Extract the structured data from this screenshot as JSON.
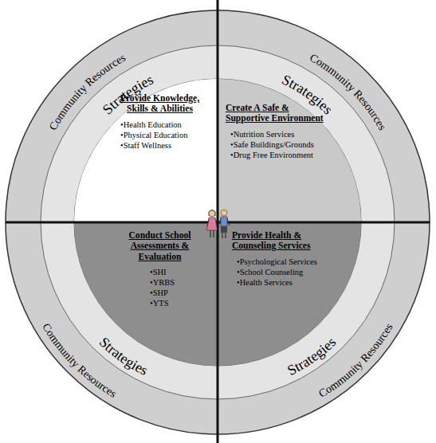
{
  "diagram": {
    "nodes": [
      {
        "text": [
          "Provide Knowledge, Skills & Abilities",
          "•Health Education",
          "•Physical Education",
          "•Staff Wellness"
        ]
      },
      {
        "text": [
          "Create A Safe & Supportive Environment",
          "•Nutrition Services",
          "•Safe Buildings/Grounds",
          "•Drug Free Environment"
        ]
      },
      {
        "text": [
          "Conduct School Assessments & Evaluation",
          "•SHI",
          "•YRBS",
          "•SHP",
          "•YTS"
        ]
      },
      {
        "text": [
          "Provide Health & Counseling Services",
          "•Psychological Services",
          "•School Counseling",
          "•Health Services"
        ]
      }
    ],
    "labels": [
      "Community Resources",
      "Community Resources",
      "Strategies",
      "Strategies",
      "Strategies",
      "Strategies",
      "Community Resources",
      "Community Resources"
    ]
  }
}
